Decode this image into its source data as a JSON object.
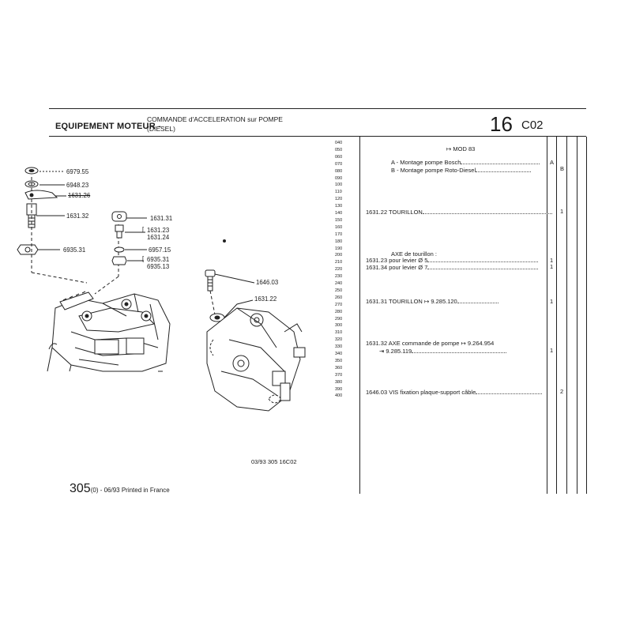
{
  "header": {
    "section_title": "EQUIPEMENT MOTEUR -",
    "subtitle_line1": "COMMANDE d'ACCELERATION sur POMPE",
    "subtitle_line2": "(DIESEL)",
    "group_number": "16",
    "group_code": "C02"
  },
  "line_numbers": [
    "040",
    "050",
    "060",
    "070",
    "080",
    "090",
    "100",
    "110",
    "120",
    "130",
    "140",
    "150",
    "160",
    "170",
    "180",
    "190",
    "200",
    "210",
    "220",
    "230",
    "240",
    "250",
    "260",
    "270",
    "280",
    "290",
    "300",
    "310",
    "320",
    "330",
    "340",
    "350",
    "360",
    "370",
    "380",
    "390",
    "400"
  ],
  "parts_list": {
    "mod_marker": "MOD 83",
    "variant_a": "A - Montage pompe Bosch",
    "variant_b": "B - Montage pompe Roto-Diesel",
    "col_a": "A",
    "col_b": "B",
    "item_1631_22": "1631.22 TOURILLON",
    "qty_1631_22": "1",
    "axe_header": "AXE de tourillon :",
    "item_1631_23": "1631.23  pour levier Ø 5",
    "qty_1631_23": "1",
    "item_1631_34": "1631.34  pour levier Ø 7",
    "qty_1631_34": "1",
    "item_1631_31": "1631.31 TOURILLON",
    "ref_1631_31": "9.285.120",
    "qty_1631_31": "1",
    "item_1631_32": "1631.32 AXE commande de pompe",
    "ref_1631_32a": "9.264.954",
    "ref_1631_32b": "9.285.119",
    "qty_1631_32": "1",
    "item_1646_03": "1646.03 VIS fixation plaque-support câble",
    "qty_1646_03": "2"
  },
  "diagram_labels": {
    "l_6979_55": "6979.55",
    "l_6948_23": "6948.23",
    "l_1631_26": "1631.26",
    "l_1631_32": "1631.32",
    "l_6935_31_left": "6935.31",
    "l_1631_31": "1631.31",
    "l_1631_23": "1631.23",
    "l_1631_24": "1631.24",
    "l_6957_15": "6957.15",
    "l_6935_31": "6935.31",
    "l_6935_13": "6935.13",
    "l_1646_03": "1646.03",
    "l_1631_22": "1631.22"
  },
  "footer": {
    "drawing_ref": "03/93  305  16C02",
    "page_number": "305",
    "page_suffix": "(0) - 06/93 Printed in France"
  }
}
